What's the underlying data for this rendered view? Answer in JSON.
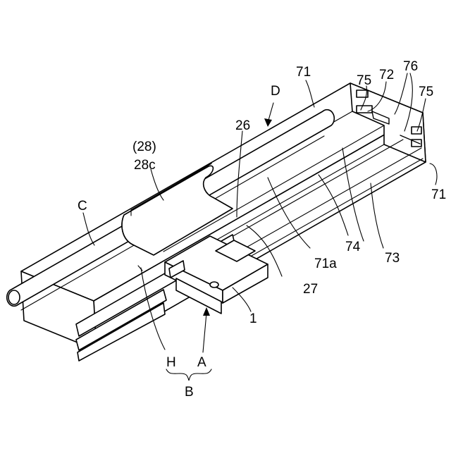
{
  "labels": {
    "l71_top": "71",
    "l75_left": "75",
    "l72": "72",
    "l76": "76",
    "l75_right": "75",
    "lD": "D",
    "l26": "26",
    "l28": "(28)",
    "l28c": "28c",
    "lC": "C",
    "l71_right": "71",
    "l74": "74",
    "l71a": "71a",
    "l73": "73",
    "l27": "27",
    "l1": "1",
    "lH": "H",
    "lA": "A",
    "lB": "B"
  }
}
